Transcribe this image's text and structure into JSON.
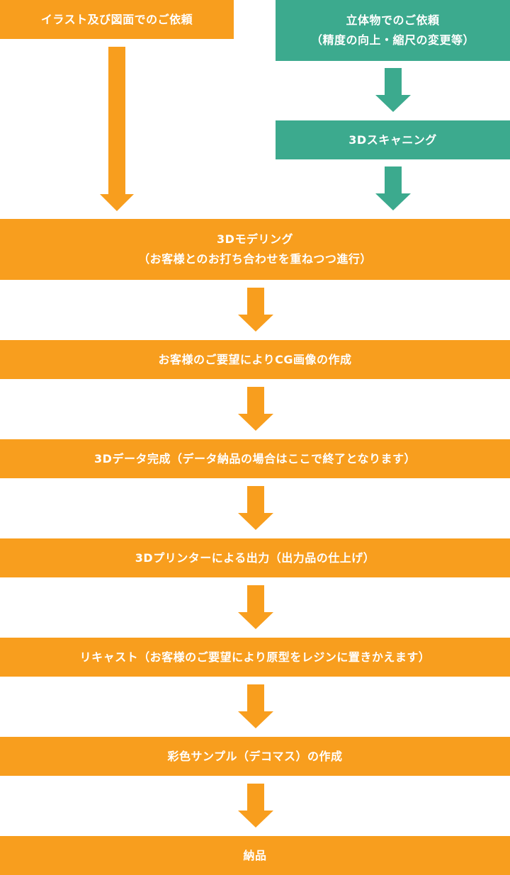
{
  "colors": {
    "orange": "#f89e1e",
    "teal": "#3caa8e",
    "background": "#ffffff"
  },
  "left_branch": {
    "step1": "イラスト及び図面でのご依頼"
  },
  "right_branch": {
    "step1_line1": "立体物でのご依頼",
    "step1_line2": "（精度の向上・縮尺の変更等）",
    "step2": "3Dスキャニング"
  },
  "steps": {
    "modeling_line1": "3Dモデリング",
    "modeling_line2": "（お客様とのお打ち合わせを重ねつつ進行）",
    "cg": "お客様のご要望によりCG画像の作成",
    "data_complete": "3Dデータ完成（データ納品の場合はここで終了となります）",
    "print": "3Dプリンターによる出力（出力品の仕上げ）",
    "recast": "リキャスト（お客様のご要望により原型をレジンに置きかえます）",
    "sample": "彩色サンプル（デコマス）の作成",
    "delivery": "納品"
  }
}
